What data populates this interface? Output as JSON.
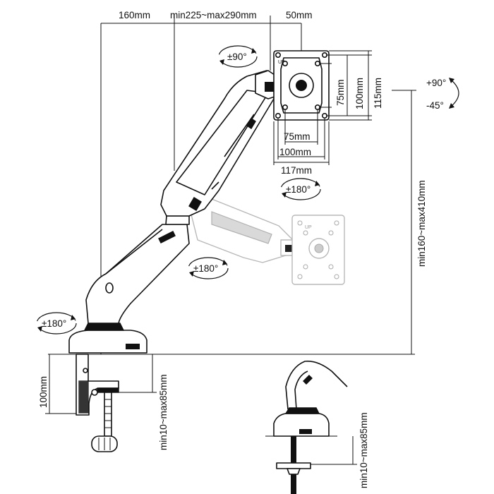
{
  "dimensions": {
    "arm_offset": "160mm",
    "forearm_length": "min225~max290mm",
    "head_offset": "50mm",
    "vesa_inner_h": "75mm",
    "vesa_outer_h": "100mm",
    "plate_h": "115mm",
    "vesa_inner_w": "75mm",
    "vesa_outer_w": "100mm",
    "plate_w": "117mm",
    "height_range": "min160~max410mm",
    "clamp_height": "100mm",
    "desk_thickness_clamp": "min10~max85mm",
    "desk_thickness_grommet": "min10~max85mm"
  },
  "rotations": {
    "head_tilt_up": "+90°",
    "head_tilt_down": "-45°",
    "head_rotate": "±90°",
    "head_swivel": "±180°",
    "arm_swivel": "±180°",
    "base_swivel": "±180°"
  },
  "plate_marks": {
    "up_main": "UP",
    "up_ghost": "UP"
  },
  "colors": {
    "line": "#111111",
    "ghost": "#b8b8b8",
    "background": "#ffffff"
  }
}
